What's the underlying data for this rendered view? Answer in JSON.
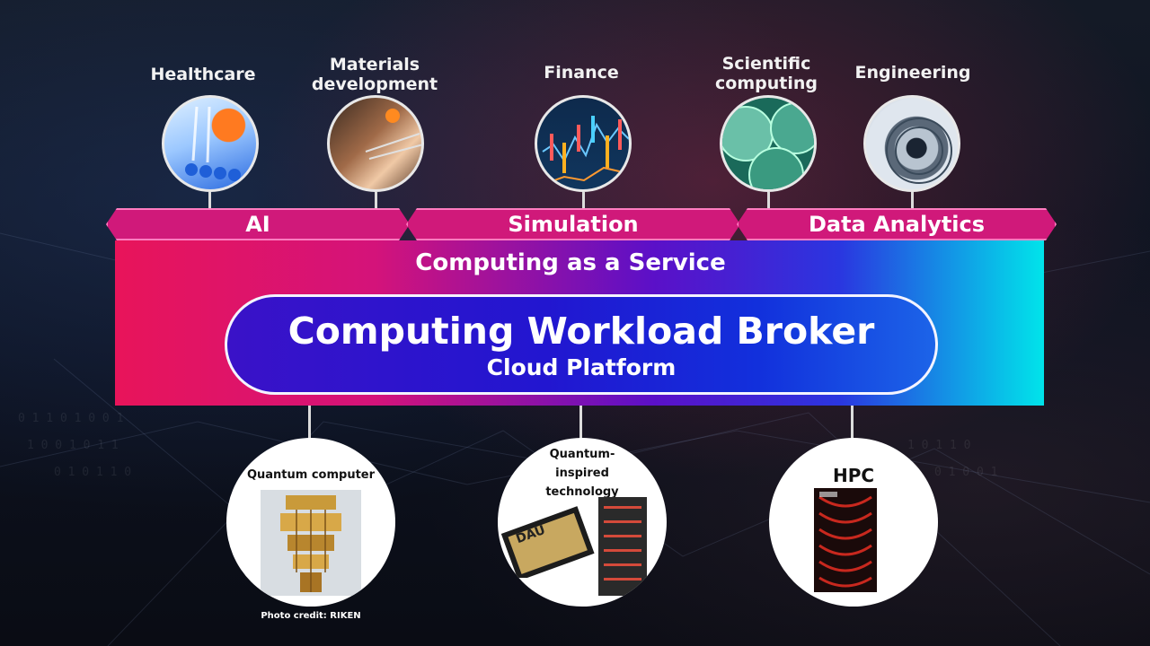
{
  "applications": [
    {
      "label": "Healthcare",
      "icon": "healthcare-image"
    },
    {
      "label": "Materials development",
      "icon": "materials-image"
    },
    {
      "label": "Finance",
      "icon": "finance-chart-image"
    },
    {
      "label": "Scientific computing",
      "icon": "scientific-image"
    },
    {
      "label": "Engineering",
      "icon": "engine-image"
    }
  ],
  "categories": [
    "AI",
    "Simulation",
    "Data Analytics"
  ],
  "service": {
    "title": "Computing as a Service",
    "broker_title": "Computing Workload Broker",
    "broker_subtitle": "Cloud Platform"
  },
  "resources": [
    {
      "label": "Quantum computer",
      "icon": "quantum-computer-image",
      "credit": "Photo credit: RIKEN"
    },
    {
      "label": "Quantum-\ninspired\ntechnology",
      "icon": "digital-annealer-image",
      "chip_text": "DAU"
    },
    {
      "label": "HPC",
      "icon": "hpc-server-image"
    }
  ],
  "colors": {
    "tag_fill": "#d0197a",
    "band_start": "#e8145a",
    "band_mid": "#5b10c8",
    "band_end": "#00e4ea",
    "broker_fill": "#2216d0"
  }
}
